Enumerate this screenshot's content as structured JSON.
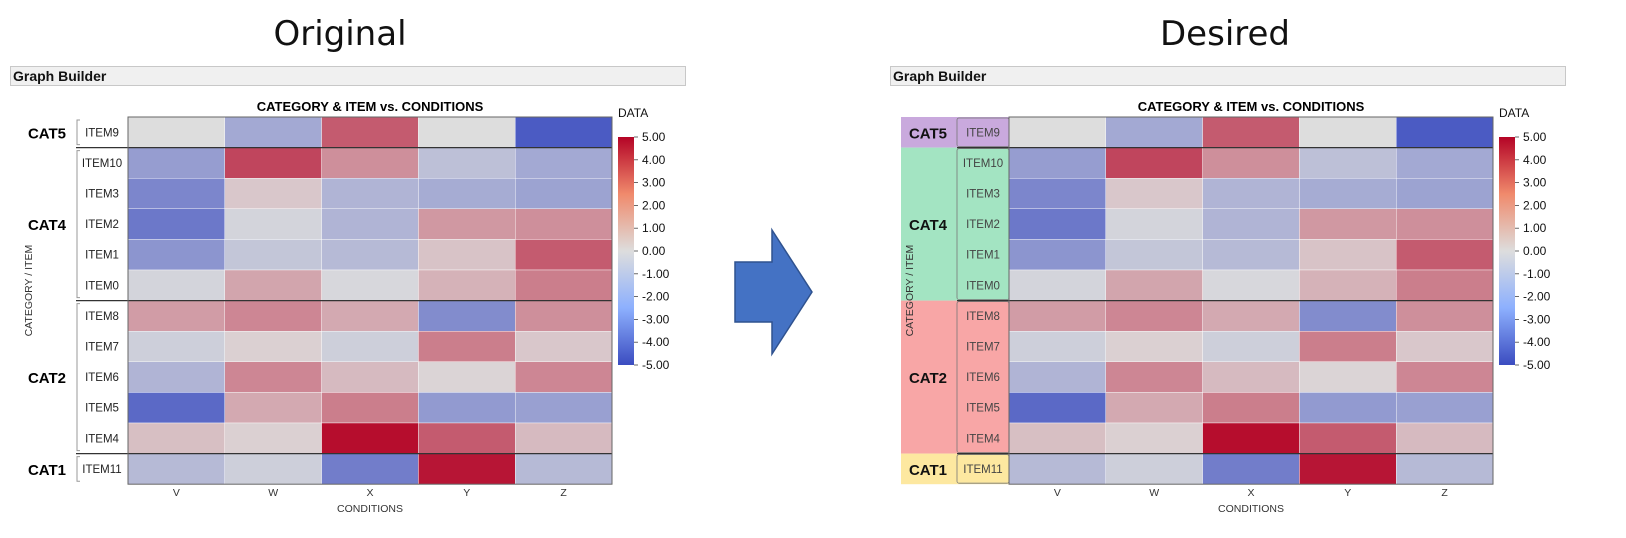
{
  "panels": [
    {
      "heading": "Original",
      "builder_label": "Graph Builder",
      "variant": "plain"
    },
    {
      "heading": "Desired",
      "builder_label": "Graph Builder",
      "variant": "colored"
    }
  ],
  "category_colors": {
    "CAT5": "#c9a9dd",
    "CAT4": "#a3e4c2",
    "CAT2": "#f8a6a6",
    "CAT1": "#fde8a0"
  },
  "category_text_colors": {
    "CAT5": "#6b2f8a",
    "CAT4": "#117a3b",
    "CAT2": "#a01d1d",
    "CAT1": "#8a6a00"
  },
  "arrow_color": "#4472c4",
  "chart_data": {
    "type": "heatmap",
    "title": "CATEGORY & ITEM vs. CONDITIONS",
    "xlabel": "CONDITIONS",
    "ylabel": "CATEGORY / ITEM",
    "legend_title": "DATA",
    "x": [
      "V",
      "W",
      "X",
      "Y",
      "Z"
    ],
    "categories": [
      {
        "name": "CAT5",
        "items": [
          "ITEM9"
        ]
      },
      {
        "name": "CAT4",
        "items": [
          "ITEM10",
          "ITEM3",
          "ITEM2",
          "ITEM1",
          "ITEM0"
        ]
      },
      {
        "name": "CAT2",
        "items": [
          "ITEM8",
          "ITEM7",
          "ITEM6",
          "ITEM5",
          "ITEM4"
        ]
      },
      {
        "name": "CAT1",
        "items": [
          "ITEM11"
        ]
      }
    ],
    "values": [
      [
        0.0,
        -1.8,
        3.0,
        0.0,
        -4.5
      ],
      [
        -2.2,
        3.5,
        1.8,
        -1.0,
        -1.8
      ],
      [
        -3.0,
        0.5,
        -1.4,
        -1.7,
        -2.0
      ],
      [
        -3.5,
        -0.3,
        -1.4,
        1.6,
        1.8
      ],
      [
        -2.5,
        -0.8,
        -1.2,
        0.6,
        3.0
      ],
      [
        -0.3,
        1.3,
        -0.2,
        1.0,
        2.2
      ],
      [
        1.5,
        2.0,
        1.2,
        -2.8,
        1.8
      ],
      [
        -0.5,
        0.3,
        -0.5,
        2.2,
        0.5
      ],
      [
        -1.4,
        2.0,
        0.8,
        0.2,
        2.0
      ],
      [
        -4.0,
        1.2,
        2.2,
        -2.3,
        -2.1
      ],
      [
        0.7,
        0.3,
        4.8,
        3.0,
        0.8
      ],
      [
        -1.2,
        -0.5,
        -3.3,
        4.6,
        -1.2
      ]
    ],
    "colorbar_ticks": [
      "5.00",
      "4.00",
      "3.00",
      "2.00",
      "1.00",
      "0.00",
      "-1.00",
      "-2.00",
      "-3.00",
      "-4.00",
      "-5.00"
    ],
    "color_range": [
      -5,
      5
    ],
    "colormap": [
      "#3b4cc0",
      "#dddddd",
      "#b40426"
    ]
  }
}
